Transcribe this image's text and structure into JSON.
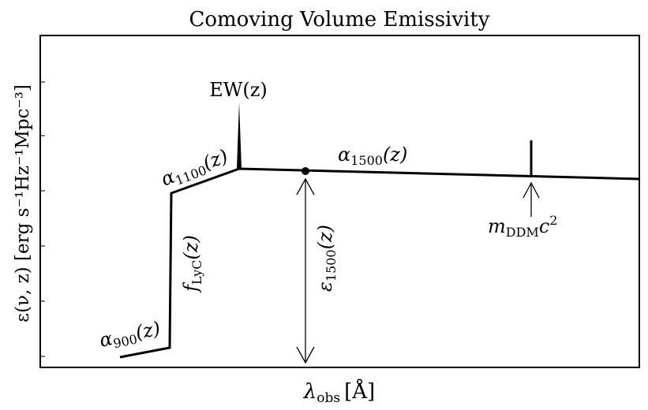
{
  "title": "Comoving Volume Emissivity",
  "xlabel": "λ",
  "xlabel_sub": "obs",
  "xlabel_unit": "[Å]",
  "ylabel": "ε(ν, z) [erg s⁻¹Hz⁻¹Mpc⁻³]",
  "labels": {
    "alpha900": {
      "main": "α",
      "sub": "900",
      "tail": "(z)"
    },
    "alpha1100": {
      "main": "α",
      "sub": "1100",
      "tail": "(z)"
    },
    "alpha1500": {
      "main": "α",
      "sub": "1500",
      "tail": "(z)"
    },
    "flyc": {
      "main": "f",
      "sub": "LyC",
      "tail": "(z)"
    },
    "eps1500": {
      "main": "ε",
      "sub": "1500",
      "tail": "(z)"
    },
    "ew": "EW(z)",
    "mddm": {
      "main": "m",
      "sub": "DDM",
      "tail": "c",
      "sup": "2"
    }
  },
  "colors": {
    "line": "#000000",
    "background": "#ffffff"
  }
}
